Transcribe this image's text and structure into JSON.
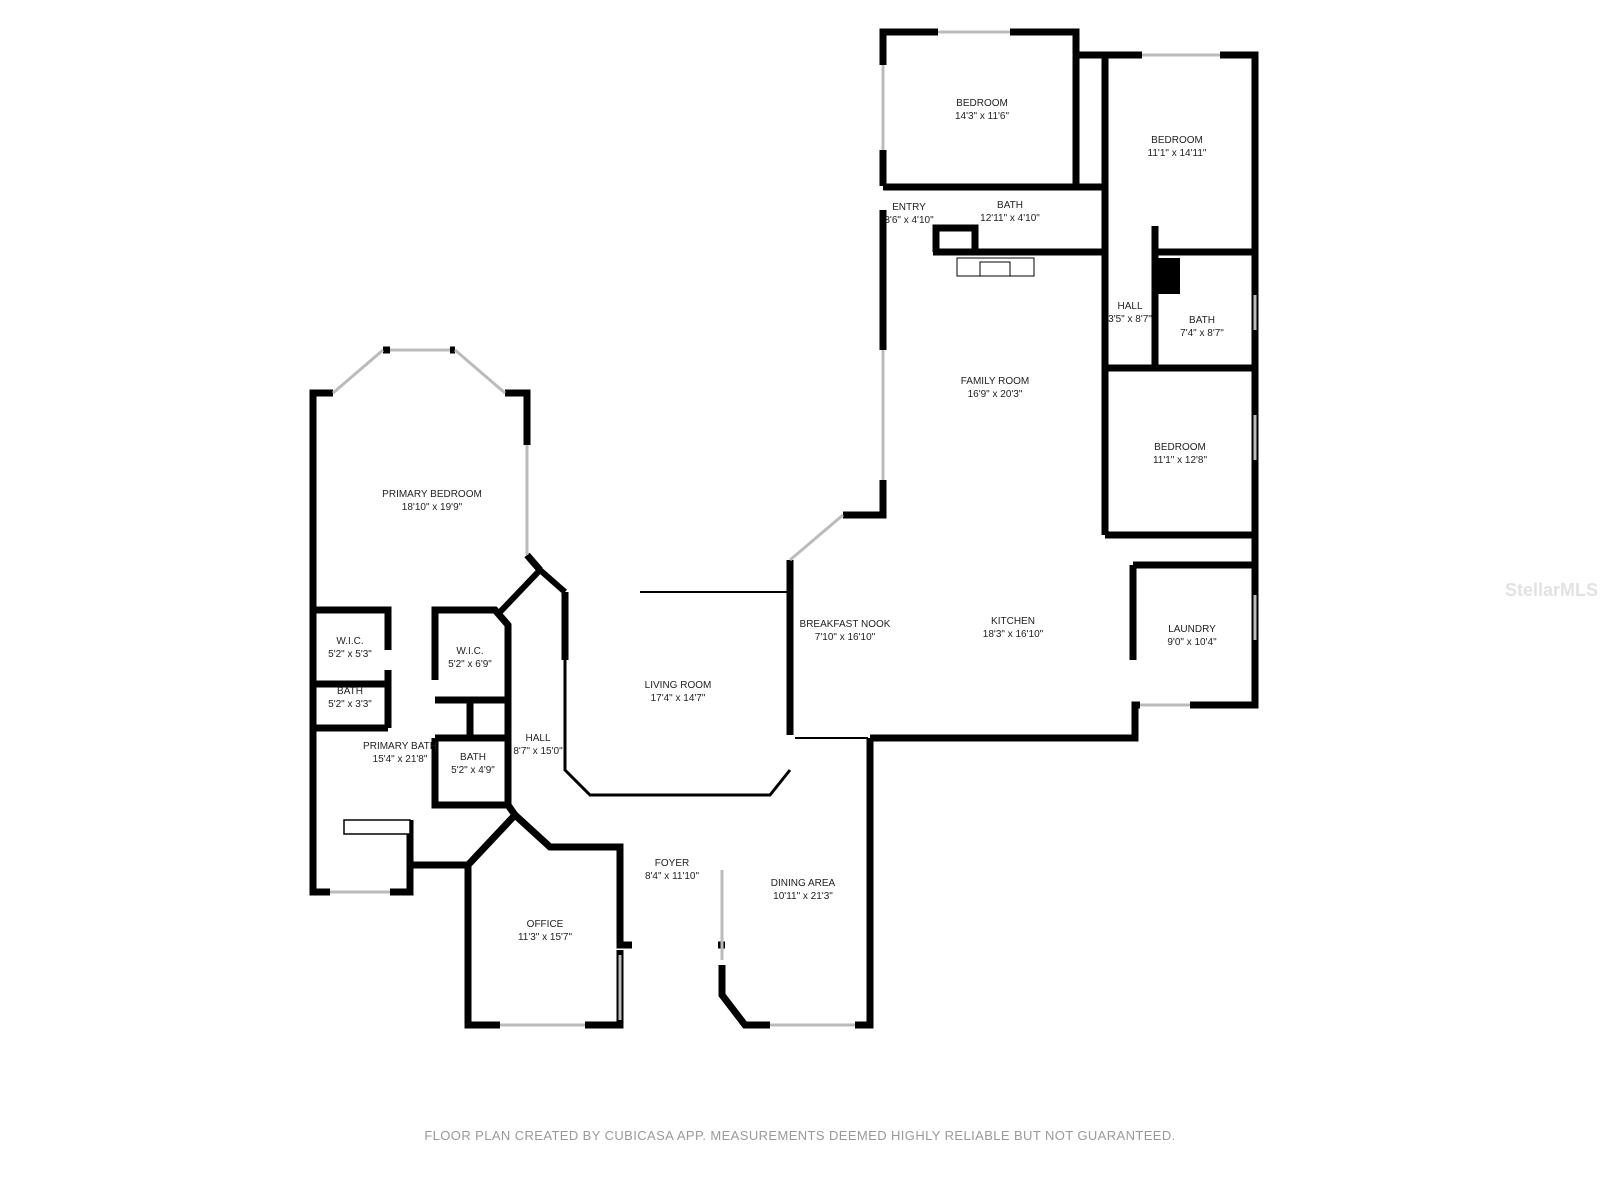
{
  "rooms": [
    {
      "name": "BEDROOM",
      "size": "14'3\" x 11'6\""
    },
    {
      "name": "BEDROOM",
      "size": "11'1\" x 14'11\""
    },
    {
      "name": "ENTRY",
      "size": "3'6\" x 4'10\""
    },
    {
      "name": "BATH",
      "size": "12'11\" x 4'10\""
    },
    {
      "name": "HALL",
      "size": "3'5\" x 8'7\""
    },
    {
      "name": "BATH",
      "size": "7'4\" x 8'7\""
    },
    {
      "name": "FAMILY ROOM",
      "size": "16'9\" x 20'3\""
    },
    {
      "name": "BEDROOM",
      "size": "11'1\" x 12'8\""
    },
    {
      "name": "PRIMARY BEDROOM",
      "size": "18'10\" x 19'9\""
    },
    {
      "name": "BREAKFAST NOOK",
      "size": "7'10\" x 16'10\""
    },
    {
      "name": "KITCHEN",
      "size": "18'3\" x 16'10\""
    },
    {
      "name": "LAUNDRY",
      "size": "9'0\" x 10'4\""
    },
    {
      "name": "W.I.C.",
      "size": "5'2\" x 5'3\""
    },
    {
      "name": "W.I.C.",
      "size": "5'2\" x 6'9\""
    },
    {
      "name": "LIVING ROOM",
      "size": "17'4\" x 14'7\""
    },
    {
      "name": "BATH",
      "size": "5'2\" x 3'3\""
    },
    {
      "name": "HALL",
      "size": "8'7\" x 15'0\""
    },
    {
      "name": "PRIMARY BATH",
      "size": "15'4\" x 21'8\""
    },
    {
      "name": "BATH",
      "size": "5'2\" x 4'9\""
    },
    {
      "name": "FOYER",
      "size": "8'4\" x 11'10\""
    },
    {
      "name": "DINING AREA",
      "size": "10'11\" x 21'3\""
    },
    {
      "name": "OFFICE",
      "size": "11'3\" x 15'7\""
    }
  ],
  "footer": "FLOOR PLAN CREATED BY CUBICASA APP. MEASUREMENTS DEEMED HIGHLY RELIABLE BUT NOT GUARANTEED.",
  "watermark": "StellarMLS",
  "colors": {
    "wall": "#000000",
    "window": "#cfcfcf",
    "text": "#222222"
  }
}
